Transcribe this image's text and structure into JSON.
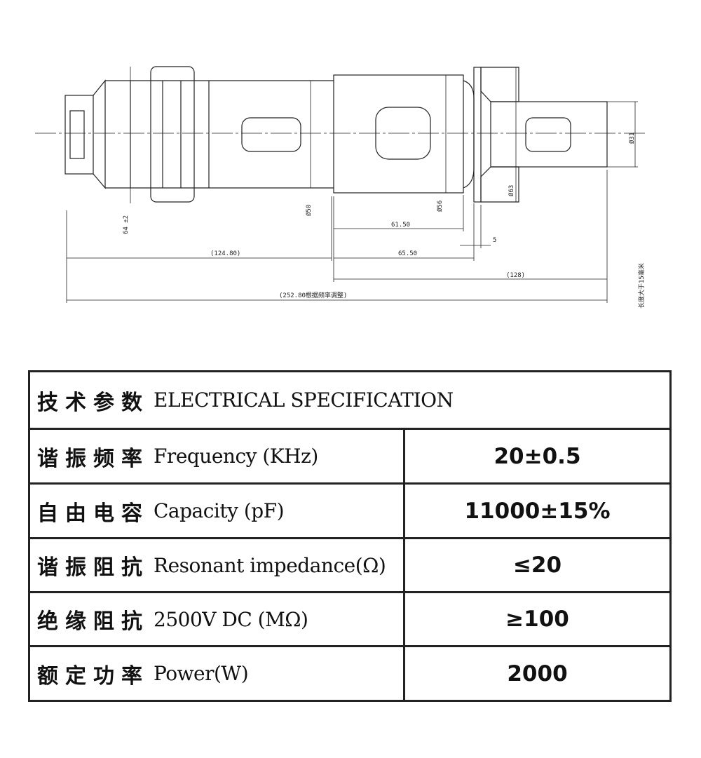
{
  "drawing": {
    "dims": {
      "d50": "Ø50",
      "d56": "Ø56",
      "d63": "Ø63",
      "d31": "Ø31",
      "d64": "64 ±2",
      "l_61_50": "61.50",
      "l_5": "5",
      "l_124_80": "(124.80)",
      "l_65_50": "65.50",
      "l_128": "(128)",
      "l_252_80": "(252.80根据频率调整)",
      "note": "长度大于15毫米"
    }
  },
  "spec": {
    "title_zh": "技术参数",
    "title_en": "ELECTRICAL SPECIFICATION",
    "rows": [
      {
        "zh": "谐振频率",
        "en": "Frequency (KHz)",
        "value": "20±0.5"
      },
      {
        "zh": "自由电容",
        "en": "Capacity (pF)",
        "value": "11000±15%"
      },
      {
        "zh": "谐振阻抗",
        "en": "Resonant impedance(Ω)",
        "value": "≤20"
      },
      {
        "zh": "绝缘阻抗",
        "en": "2500V DC (MΩ)",
        "value": "≥100"
      },
      {
        "zh": "额定功率",
        "en": "Power(W)",
        "value": "2000"
      }
    ]
  }
}
